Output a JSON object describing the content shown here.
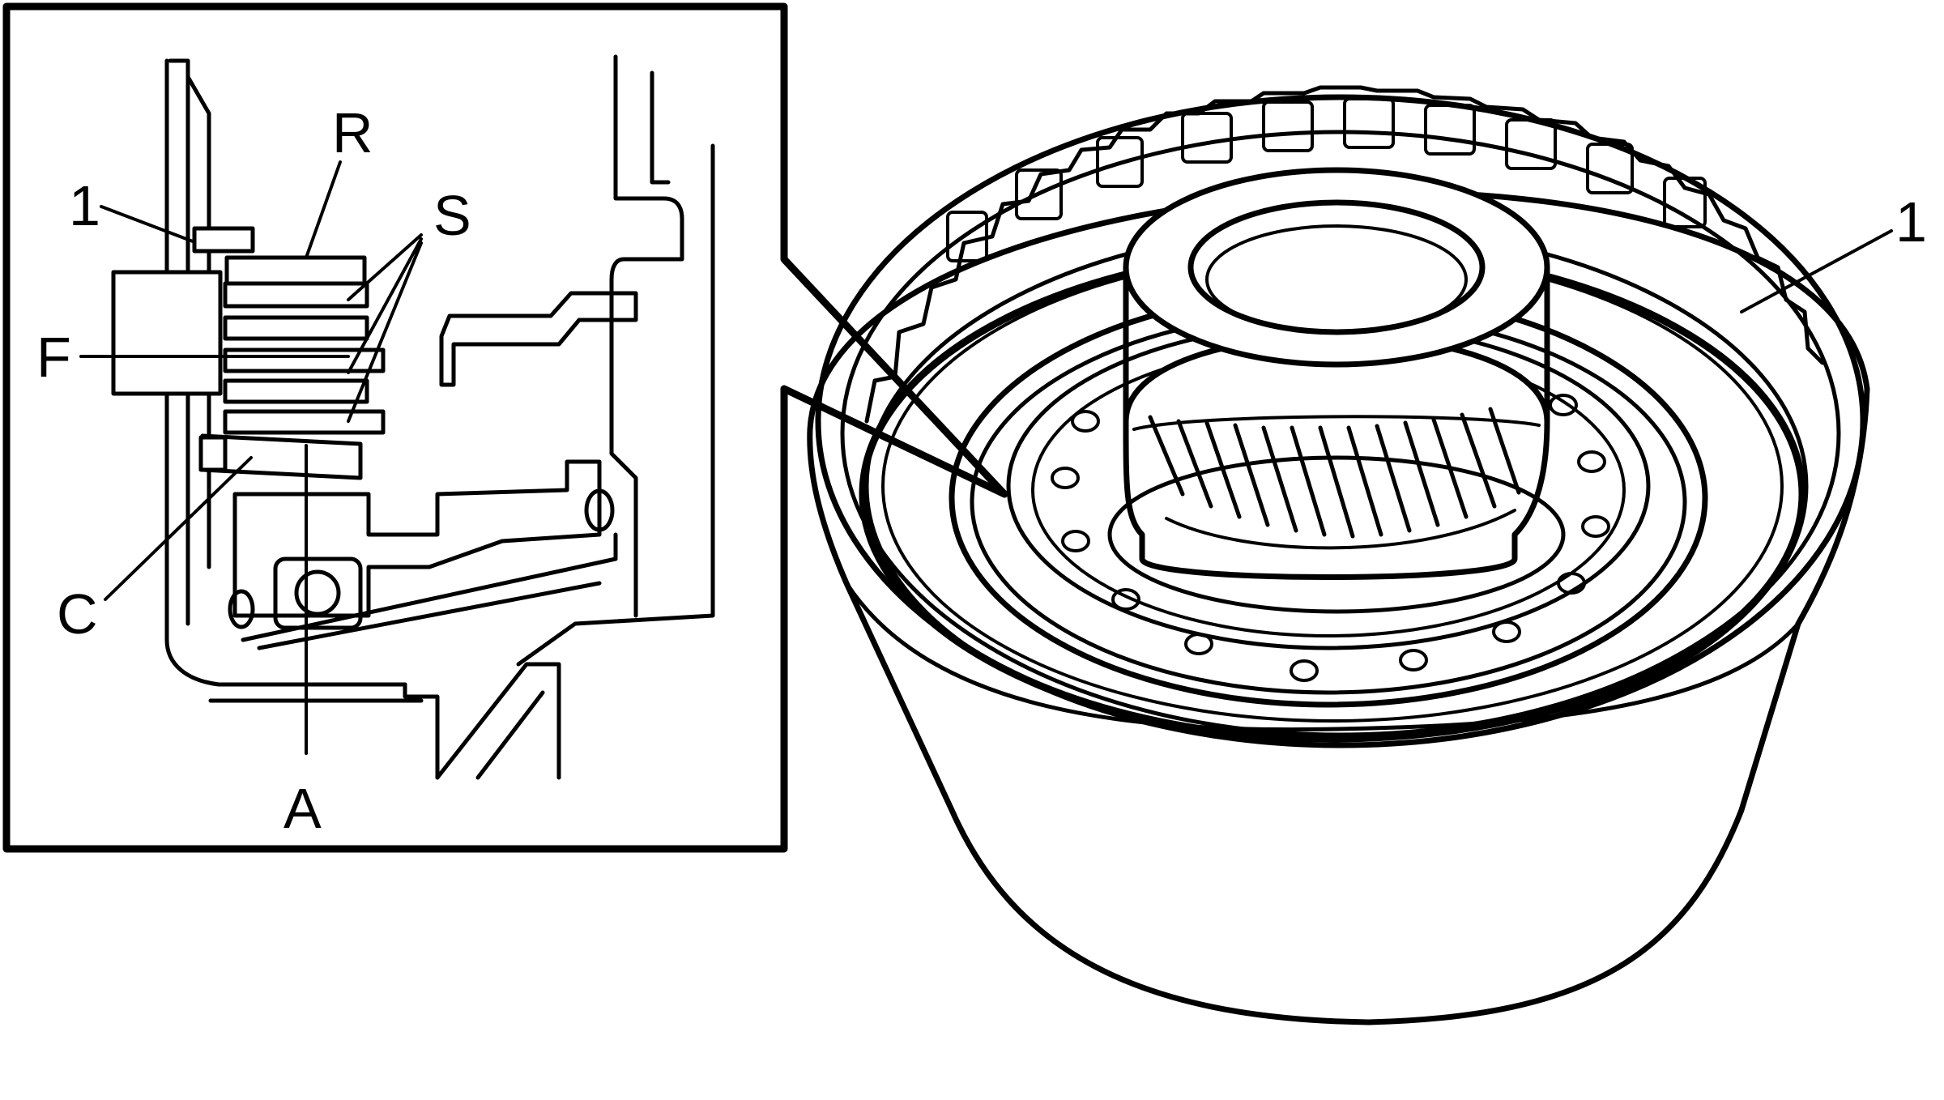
{
  "figure": {
    "labels": {
      "retainer": "R",
      "snap_ring_inset": "1",
      "steel_plates": "S",
      "friction_plates": "F",
      "clutch_plate": "C",
      "apply_piston": "A",
      "snap_ring_housing": "1"
    },
    "colors": {
      "line": "#000000",
      "background": "#ffffff"
    }
  }
}
